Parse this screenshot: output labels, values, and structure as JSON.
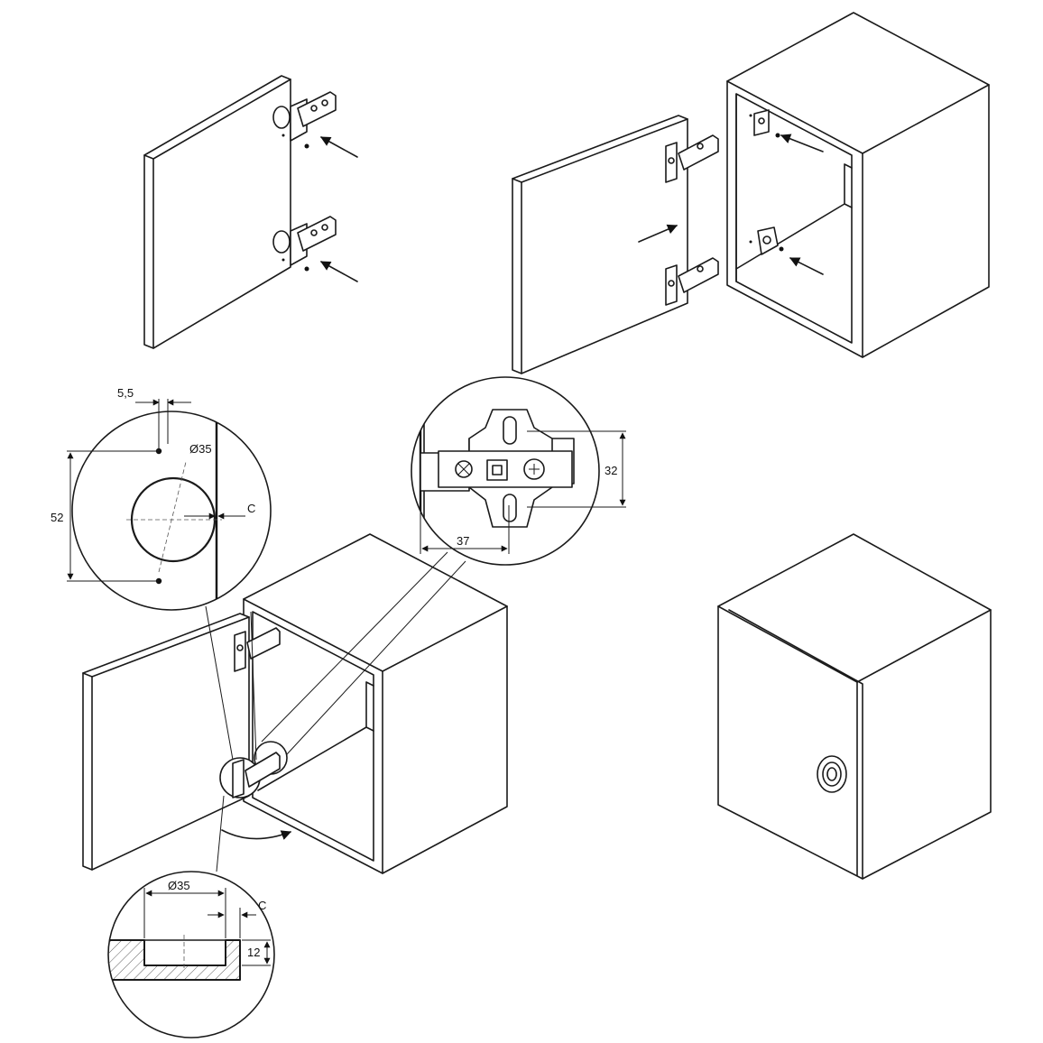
{
  "dimensions": {
    "hole_offset": "5,5",
    "hole_spacing": "52",
    "cup_diameter_face": "Ø35",
    "edge_distance_face": "C",
    "plate_height": "32",
    "plate_setback": "37",
    "cup_diameter_section": "Ø35",
    "edge_distance_section": "C",
    "cup_depth": "12"
  }
}
